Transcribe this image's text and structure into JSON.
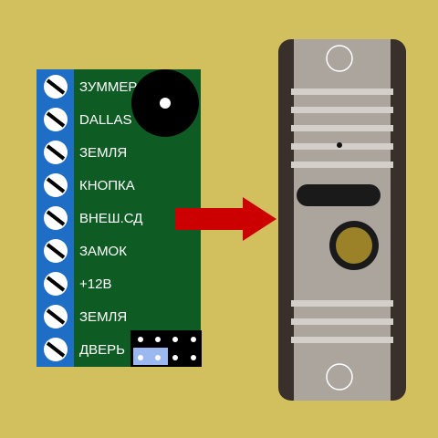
{
  "terminals": [
    {
      "label": "ЗУММЕР"
    },
    {
      "label": "DALLAS"
    },
    {
      "label": "ЗЕМЛЯ"
    },
    {
      "label": "КНОПКА"
    },
    {
      "label": "ВНЕШ.СД"
    },
    {
      "label": "ЗАМОК"
    },
    {
      "label": "+12В"
    },
    {
      "label": "ЗЕМЛЯ"
    },
    {
      "label": "ДВЕРЬ"
    }
  ],
  "colors": {
    "background": "#D2BF5D",
    "board": "#0E5C24",
    "terminal_block": "#1E6EC5",
    "arrow": "#CC0000",
    "panel_body": "#ACA59E",
    "panel_frame": "#3A302B",
    "camera_lens": "#9B8229",
    "jumper_cap": "#9CB8F0"
  },
  "icons": [
    "screw-terminal-icon",
    "buzzer-icon",
    "jumper-icon",
    "arrow-right-icon",
    "camera-lens-icon"
  ]
}
